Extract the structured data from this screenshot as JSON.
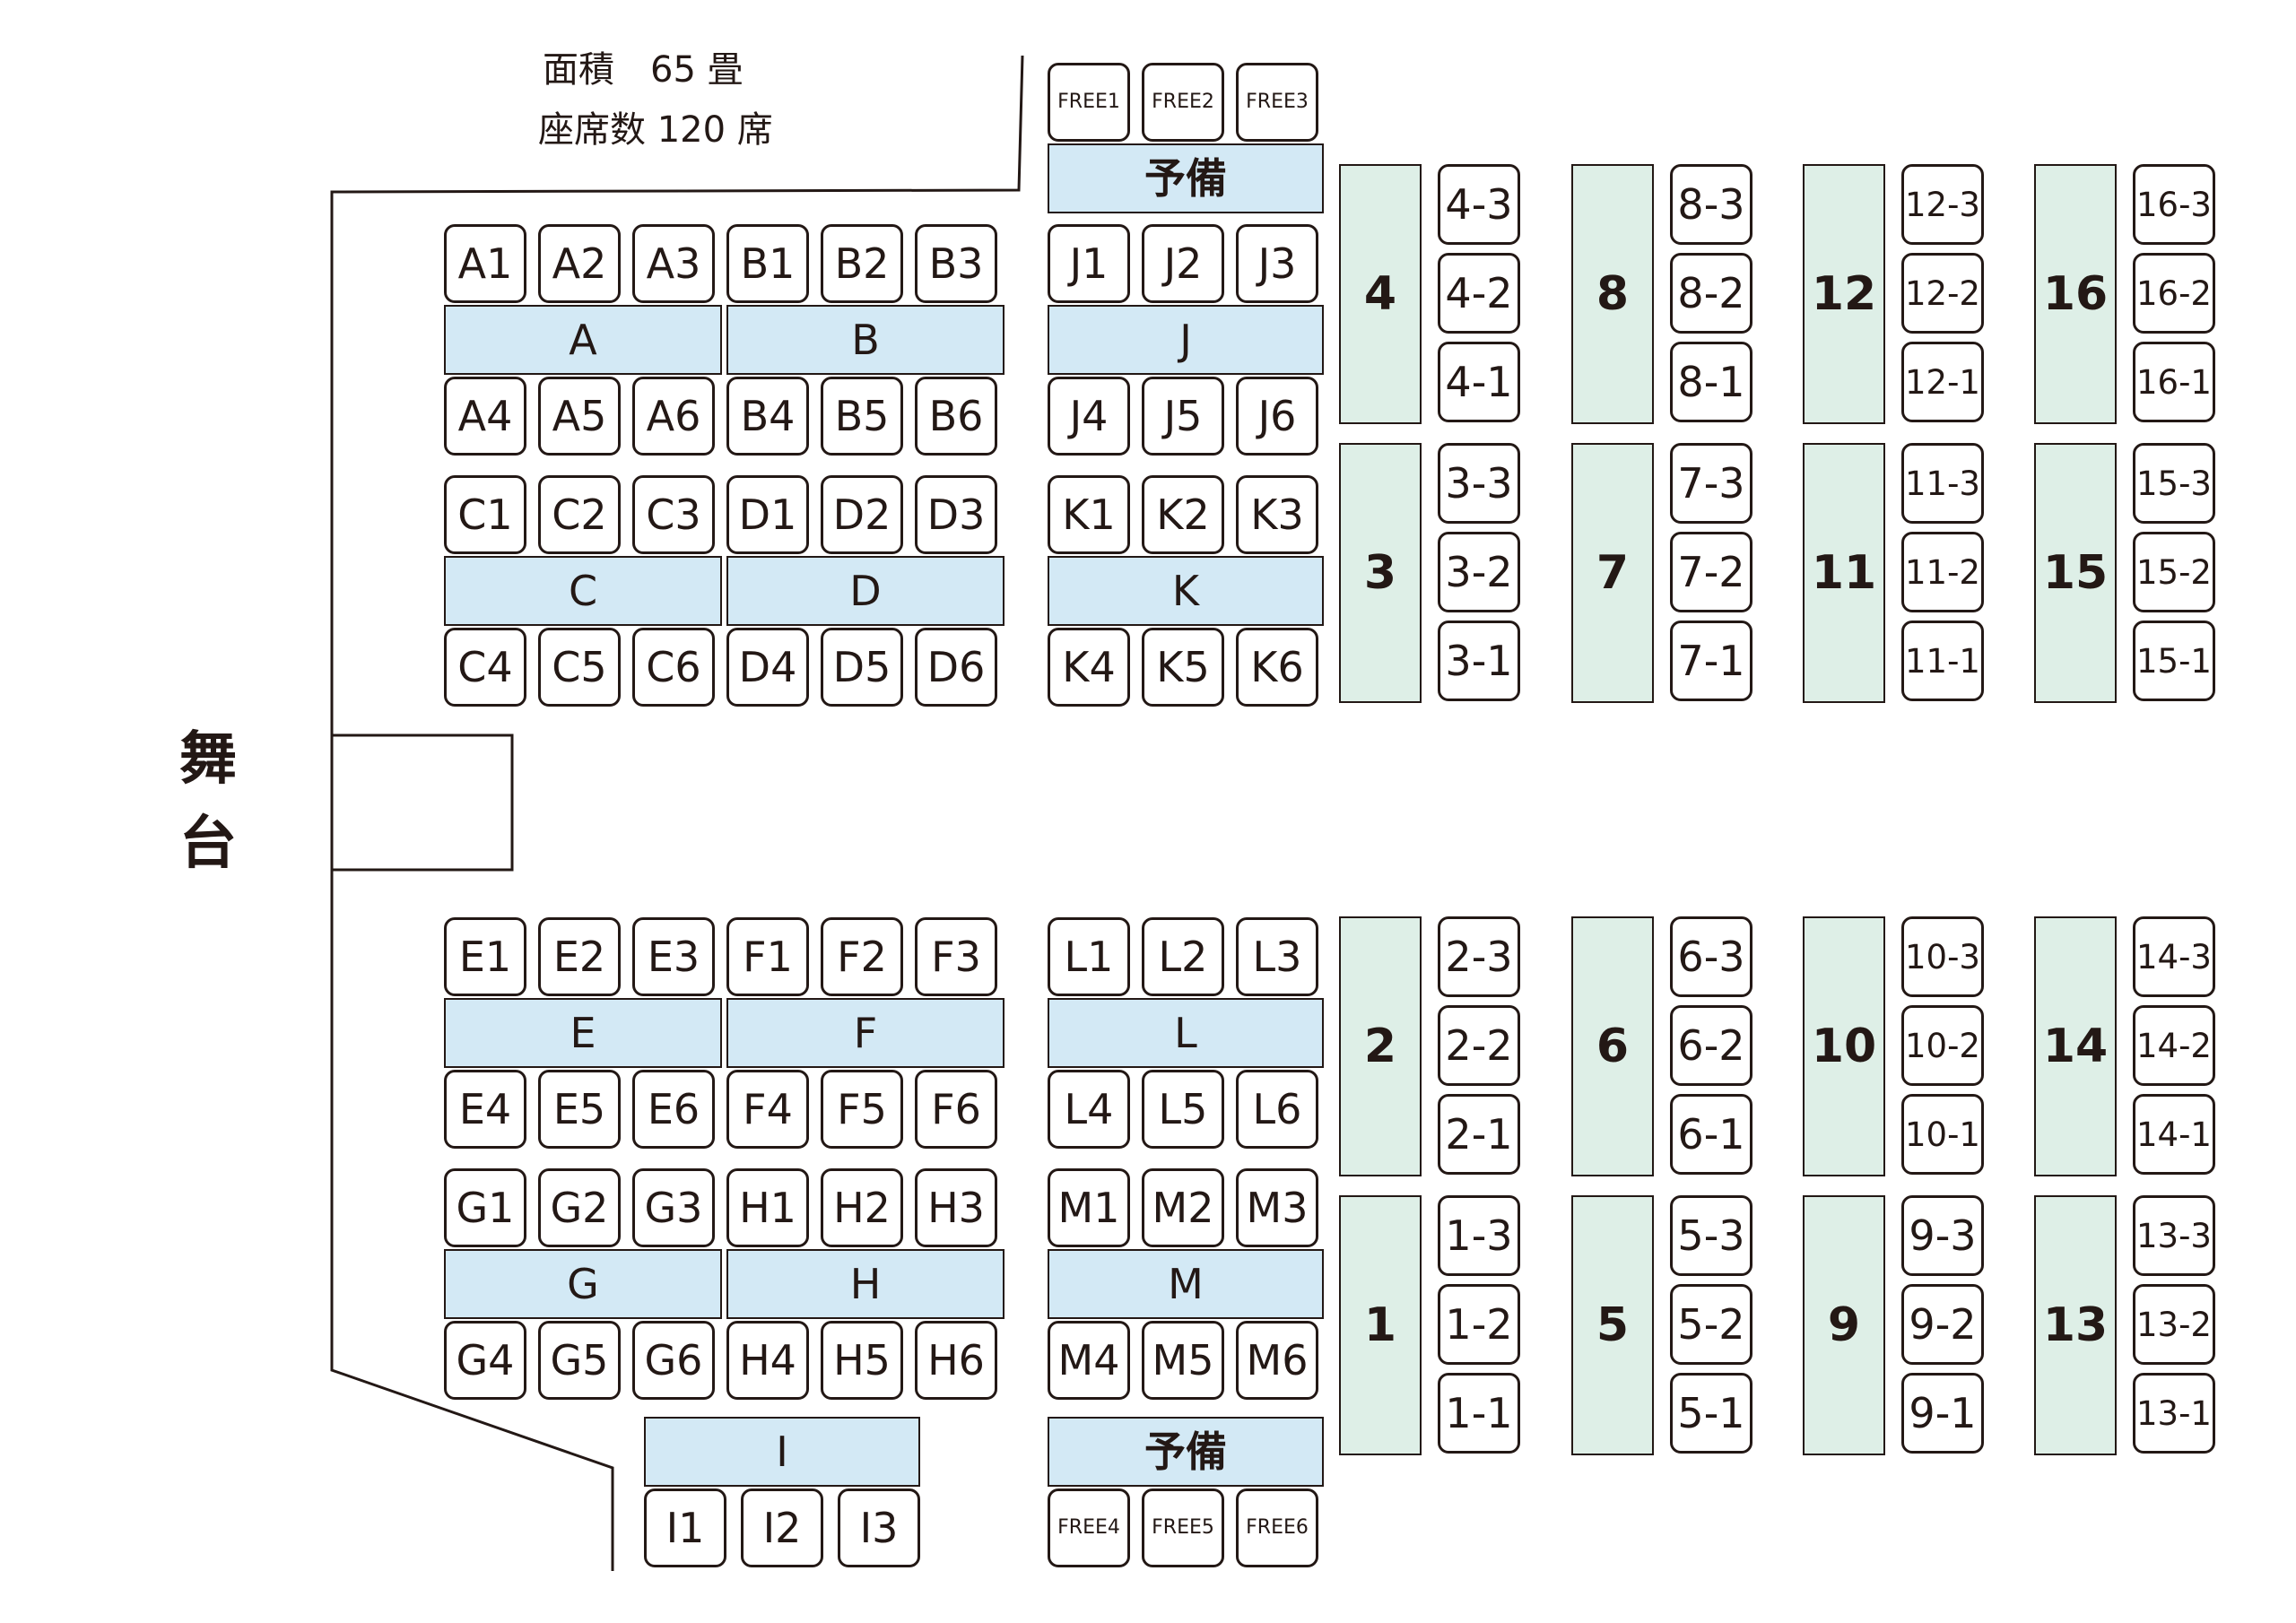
{
  "header": {
    "area_label": "面積　65 畳",
    "seats_label": "座席数 120 席"
  },
  "stage": {
    "char1": "舞",
    "char2": "台"
  },
  "blocks": [
    {
      "table": "A",
      "top": [
        "A1",
        "A2",
        "A3"
      ],
      "bottom": [
        "A4",
        "A5",
        "A6"
      ]
    },
    {
      "table": "B",
      "top": [
        "B1",
        "B2",
        "B3"
      ],
      "bottom": [
        "B4",
        "B5",
        "B6"
      ]
    },
    {
      "table": "C",
      "top": [
        "C1",
        "C2",
        "C3"
      ],
      "bottom": [
        "C4",
        "C5",
        "C6"
      ]
    },
    {
      "table": "D",
      "top": [
        "D1",
        "D2",
        "D3"
      ],
      "bottom": [
        "D4",
        "D5",
        "D6"
      ]
    },
    {
      "table": "E",
      "top": [
        "E1",
        "E2",
        "E3"
      ],
      "bottom": [
        "E4",
        "E5",
        "E6"
      ]
    },
    {
      "table": "F",
      "top": [
        "F1",
        "F2",
        "F3"
      ],
      "bottom": [
        "F4",
        "F5",
        "F6"
      ]
    },
    {
      "table": "G",
      "top": [
        "G1",
        "G2",
        "G3"
      ],
      "bottom": [
        "G4",
        "G5",
        "G6"
      ]
    },
    {
      "table": "H",
      "top": [
        "H1",
        "H2",
        "H3"
      ],
      "bottom": [
        "H4",
        "H5",
        "H6"
      ]
    },
    {
      "table": "J",
      "top": [
        "J1",
        "J2",
        "J3"
      ],
      "bottom": [
        "J4",
        "J5",
        "J6"
      ]
    },
    {
      "table": "K",
      "top": [
        "K1",
        "K2",
        "K3"
      ],
      "bottom": [
        "K4",
        "K5",
        "K6"
      ]
    },
    {
      "table": "L",
      "top": [
        "L1",
        "L2",
        "L3"
      ],
      "bottom": [
        "L4",
        "L5",
        "L6"
      ]
    },
    {
      "table": "M",
      "top": [
        "M1",
        "M2",
        "M3"
      ],
      "bottom": [
        "M4",
        "M5",
        "M6"
      ]
    }
  ],
  "block_i": {
    "table": "I",
    "seats": [
      "I1",
      "I2",
      "I3"
    ]
  },
  "spare_top": {
    "table": "予備",
    "seats": [
      "FREE1",
      "FREE2",
      "FREE3"
    ]
  },
  "spare_bottom": {
    "table": "予備",
    "seats": [
      "FREE4",
      "FREE5",
      "FREE6"
    ]
  },
  "counters": [
    {
      "table": "4",
      "seats": [
        "4-3",
        "4-2",
        "4-1"
      ]
    },
    {
      "table": "8",
      "seats": [
        "8-3",
        "8-2",
        "8-1"
      ]
    },
    {
      "table": "12",
      "seats": [
        "12-3",
        "12-2",
        "12-1"
      ]
    },
    {
      "table": "16",
      "seats": [
        "16-3",
        "16-2",
        "16-1"
      ]
    },
    {
      "table": "3",
      "seats": [
        "3-3",
        "3-2",
        "3-1"
      ]
    },
    {
      "table": "7",
      "seats": [
        "7-3",
        "7-2",
        "7-1"
      ]
    },
    {
      "table": "11",
      "seats": [
        "11-3",
        "11-2",
        "11-1"
      ]
    },
    {
      "table": "15",
      "seats": [
        "15-3",
        "15-2",
        "15-1"
      ]
    },
    {
      "table": "2",
      "seats": [
        "2-3",
        "2-2",
        "2-1"
      ]
    },
    {
      "table": "6",
      "seats": [
        "6-3",
        "6-2",
        "6-1"
      ]
    },
    {
      "table": "10",
      "seats": [
        "10-3",
        "10-2",
        "10-1"
      ]
    },
    {
      "table": "14",
      "seats": [
        "14-3",
        "14-2",
        "14-1"
      ]
    },
    {
      "table": "1",
      "seats": [
        "1-3",
        "1-2",
        "1-1"
      ]
    },
    {
      "table": "5",
      "seats": [
        "5-3",
        "5-2",
        "5-1"
      ]
    },
    {
      "table": "9",
      "seats": [
        "9-3",
        "9-2",
        "9-1"
      ]
    },
    {
      "table": "13",
      "seats": [
        "13-3",
        "13-2",
        "13-1"
      ]
    }
  ],
  "colors": {
    "table_blue": "#d3e9f5",
    "table_green": "#deefe7",
    "line": "#231815"
  }
}
